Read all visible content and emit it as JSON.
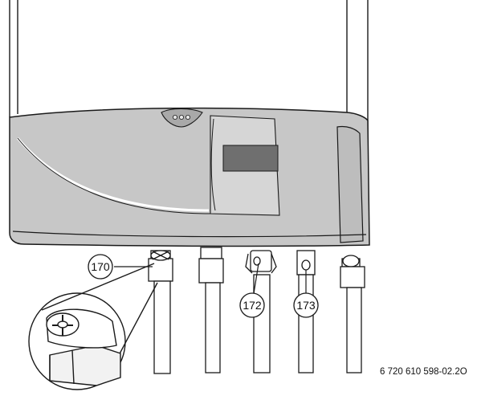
{
  "diagram": {
    "callouts": [
      {
        "id": "170",
        "label": "170"
      },
      {
        "id": "172",
        "label": "172"
      },
      {
        "id": "173",
        "label": "173"
      }
    ],
    "document_number": "6 720 610 598-02.2O",
    "colors": {
      "panel": "#c7c7c7",
      "panel_light": "#d6d6d6",
      "display": "#6f6f6f",
      "stroke": "#1a1a1a",
      "background": "#ffffff"
    }
  }
}
